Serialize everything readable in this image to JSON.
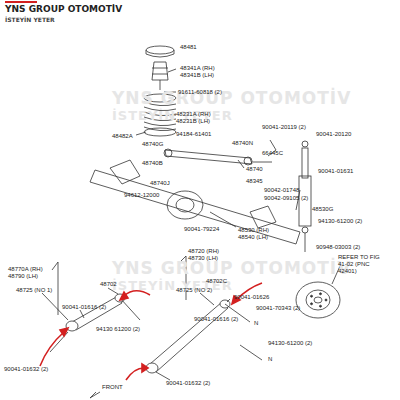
{
  "diagram": {
    "title": "YNS GROUP OTOMOTİV",
    "labels": [
      "İSTEYİN YETER",
      "YNS GROUP OTOMOTİV",
      "İSTEYİN YETER",
      "YNS GROUP OTOMOTİV",
      "İSTEYİN YETER",
      "48481",
      "48341A (RH)",
      "48341B (LH)",
      "91611-60818 (2)",
      "48231A (RH)",
      "48231B (LH)",
      "48482A",
      "90041-20119 (2)",
      "94184-61401",
      "48740G",
      "48740N",
      "90041-20120",
      "48740B",
      "66445C",
      "48740",
      "90041-01631",
      "48740J",
      "48345",
      "90042-01748",
      "94612-12000",
      "90042-09105 (2)",
      "48530G",
      "90041-79224",
      "94130-61200 (2)",
      "48530 (RH)",
      "48540 (LH)",
      "90948-03003 (2)",
      "48770A (RH)",
      "48790 (LH)",
      "48725 (NO 1)",
      "48702",
      "90041-01616 (2)",
      "90041-01632 (2)",
      "94130 61200 (2)",
      "48720 (RH)",
      "48730 (LH)",
      "48725 (NO 2)",
      "48702C",
      "90041-01626",
      "90041-70343 (2)",
      "90041-01616 (2)",
      "94130-61200 (2)",
      "90041-01632 (2)",
      "REFER TO FIG 41-02 (PNC 42401)",
      "FRONT",
      "N",
      "N"
    ]
  }
}
